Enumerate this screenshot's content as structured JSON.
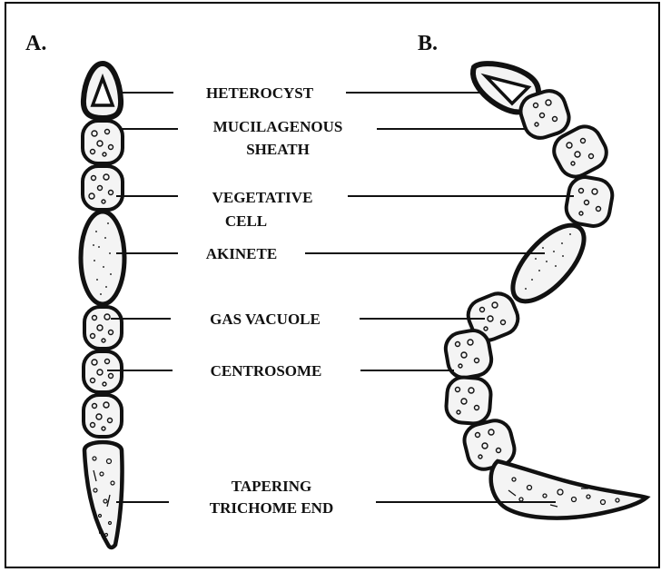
{
  "panels": {
    "a": {
      "label": "A."
    },
    "b": {
      "label": "B."
    }
  },
  "labels": {
    "heterocyst": "HETEROCYST",
    "mucilagenous": [
      "MUCILAGENOUS",
      "SHEATH"
    ],
    "vegetative": [
      "VEGETATIVE",
      "CELL"
    ],
    "akinete": "AKINETE",
    "gas_vacuole": "GAS VACUOLE",
    "centrosome": "CENTROSOME",
    "tapering": [
      "TAPERING",
      "TRICHOME END"
    ]
  },
  "colors": {
    "ink": "#111111",
    "cell_fill": "#f4f4f4",
    "frame": "#000000"
  }
}
